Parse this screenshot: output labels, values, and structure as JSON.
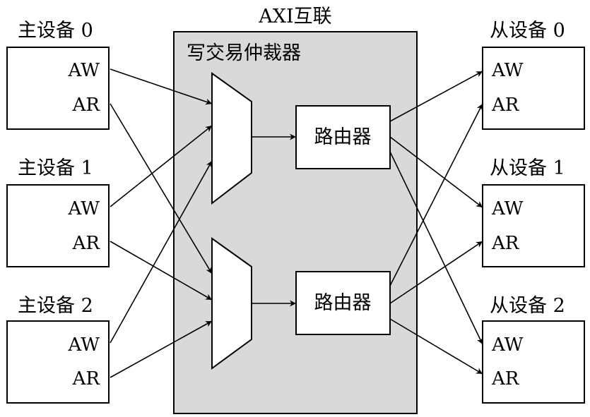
{
  "title": "AXI互联",
  "arbiter_label": "写交易仲裁器",
  "router_label": "路由器",
  "masters": [
    {
      "label": "主设备 0",
      "ports": [
        "AW",
        "AR"
      ]
    },
    {
      "label": "主设备 1",
      "ports": [
        "AW",
        "AR"
      ]
    },
    {
      "label": "主设备 2",
      "ports": [
        "AW",
        "AR"
      ]
    }
  ],
  "slaves": [
    {
      "label": "从设备 0",
      "ports": [
        "AW",
        "AR"
      ]
    },
    {
      "label": "从设备 1",
      "ports": [
        "AW",
        "AR"
      ]
    },
    {
      "label": "从设备 2",
      "ports": [
        "AW",
        "AR"
      ]
    }
  ],
  "colors": {
    "interconnect_fill": "#d9d9d9",
    "stroke": "#000000"
  }
}
